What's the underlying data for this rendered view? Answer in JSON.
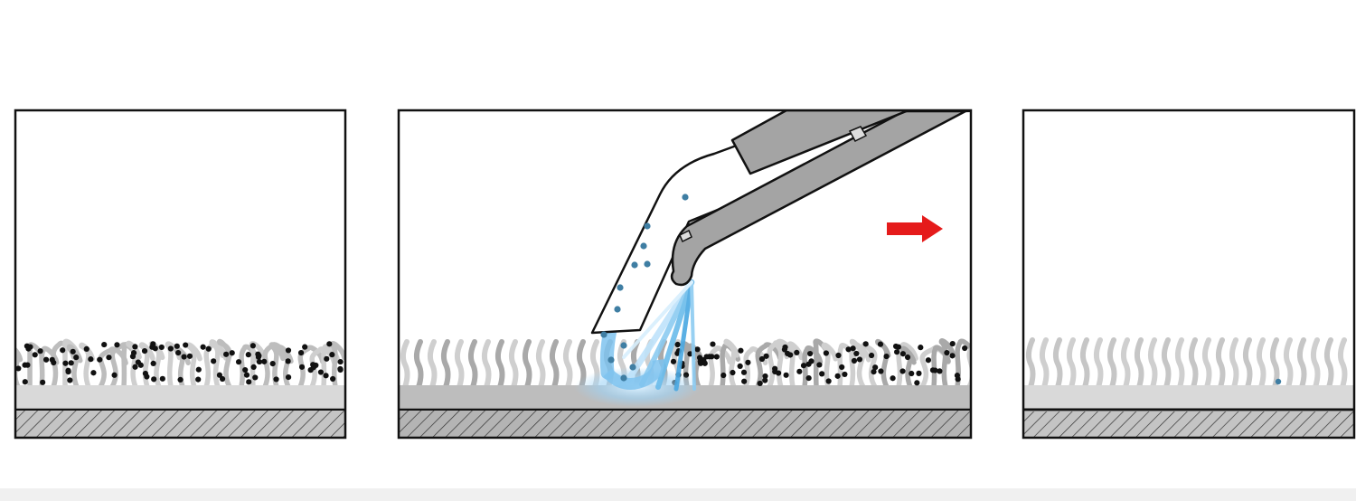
{
  "panels": [
    {
      "id": "before",
      "state": "dirty carpet",
      "dirt": "heavy"
    },
    {
      "id": "during",
      "state": "spray extraction",
      "dirt": "partial"
    },
    {
      "id": "after",
      "state": "clean carpet",
      "dirt": "trace"
    }
  ],
  "colors": {
    "outline": "#111111",
    "fiber_light": "#cfcfcf",
    "fiber_dark": "#a9a9a9",
    "base_light": "#d9d9d9",
    "base_dark": "#b8b8b8",
    "floor_hatch": "#bdbdbd",
    "dirt": "#111111",
    "water": "#5aaee6",
    "particle": "#3f7ea3",
    "nozzle": "#a4a4a4",
    "arrow": "#e51b1b"
  },
  "icons": {
    "motion_arrow": "right-arrow-icon",
    "suction_arrow": "up-arrow-icon"
  }
}
